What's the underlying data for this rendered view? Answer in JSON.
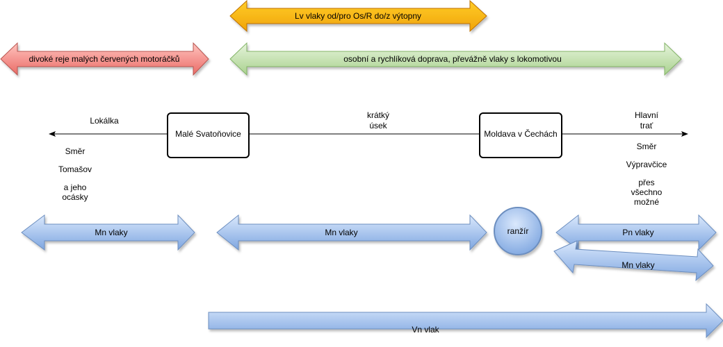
{
  "arrows": {
    "lv": {
      "label": "Lv vlaky od/pro Os/R do/z výtopny",
      "color": "#f0a30a",
      "stroke": "#bd7000"
    },
    "divoke": {
      "label": "divoké reje malých červených motoráčků",
      "color": "#f8cecc",
      "stroke": "#b85450"
    },
    "osobni": {
      "label": "osobní a rychlíková doprava, převážně vlaky s lokomotivou",
      "color": "#d5e8d4",
      "stroke": "#82b366"
    },
    "mn_left": {
      "label": "Mn vlaky",
      "color": "#dae8fc",
      "stroke": "#6c8ebf"
    },
    "mn_middle": {
      "label": "Mn vlaky",
      "color": "#dae8fc",
      "stroke": "#6c8ebf"
    },
    "pn": {
      "label": "Pn vlaky",
      "color": "#dae8fc",
      "stroke": "#6c8ebf"
    },
    "mn_right": {
      "label": "Mn vlaky",
      "color": "#dae8fc",
      "stroke": "#6c8ebf"
    },
    "vn": {
      "label": "Vn vlak",
      "color": "#dae8fc",
      "stroke": "#6c8ebf"
    }
  },
  "stations": {
    "male": "Malé Svatoňovice",
    "moldava": "Moldava v Čechách"
  },
  "ranzir": "ranžír",
  "line_labels": {
    "lokalka": "Lokálka",
    "kratky_1": "krátký",
    "kratky_2": "úsek",
    "hlavni_1": "Hlavní",
    "hlavni_2": "trať"
  },
  "direction_left": {
    "line1": "Směr",
    "line2": "Tomašov",
    "line3": "a jeho",
    "line4": "ocásky"
  },
  "direction_right": {
    "line1": "Směr",
    "line2": "Výpravčice",
    "line3": "přes",
    "line4": "všechno",
    "line5": "možné"
  }
}
